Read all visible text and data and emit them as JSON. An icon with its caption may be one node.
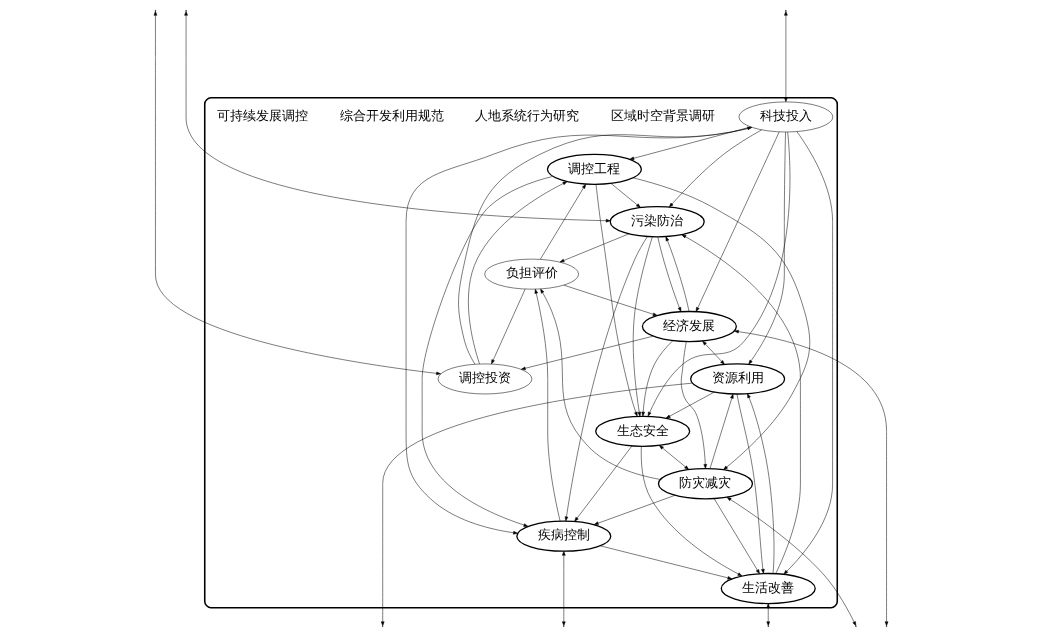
{
  "diagram": {
    "nodes": [
      {
        "text": [],
        "shape": "ellipse"
      },
      {
        "text": [
          "科技投入"
        ],
        "in": 0
      },
      {
        "text": [
          "调控工程"
        ],
        "in": 0
      },
      {
        "text": [
          "调控投资"
        ],
        "in": 0
      },
      {
        "text": [
          "负担评价"
        ],
        "in": 0
      },
      {
        "text": [
          "污染防治"
        ],
        "in": 0
      },
      {
        "text": [
          "生态安全"
        ],
        "in": 0
      },
      {
        "text": [
          "经济发展"
        ],
        "in": 0
      },
      {
        "text": [
          "疾病控制"
        ],
        "in": 0
      },
      {
        "text": [
          "防灾减灾"
        ],
        "in": 0
      },
      {
        "text": [
          "资源利用"
        ],
        "in": 0
      },
      {
        "text": [
          "生活改善"
        ],
        "in": 0
      }
    ],
    "edges": [
      {
        "from": 1,
        "to": null,
        "arrow": "both"
      },
      {
        "from": 5,
        "to": null,
        "arrow": "both"
      },
      {
        "from": 3,
        "to": null,
        "arrow": "both"
      },
      {
        "from": 7,
        "to": null,
        "arrow": "both"
      },
      {
        "from": 8,
        "to": null,
        "arrow": "both"
      },
      {
        "from": 11,
        "to": null,
        "arrow": "both"
      },
      {
        "from": 10,
        "to": null,
        "arrow": "to"
      },
      {
        "from": 9,
        "to": null,
        "arrow": "both"
      },
      {
        "from": 1,
        "to": 2,
        "arrow": "to"
      },
      {
        "from": 3,
        "to": 1,
        "arrow": "to"
      },
      {
        "from": 1,
        "to": 5,
        "arrow": "to"
      },
      {
        "from": 1,
        "to": 8,
        "arrow": "to"
      },
      {
        "from": 1,
        "to": 11,
        "arrow": "to"
      },
      {
        "from": 1,
        "to": 6,
        "arrow": "to"
      },
      {
        "from": 1,
        "to": 7,
        "arrow": "to"
      },
      {
        "from": 1,
        "to": 10,
        "arrow": "to"
      },
      {
        "from": 2,
        "to": 5,
        "arrow": "to"
      },
      {
        "from": 2,
        "to": 6,
        "arrow": "to"
      },
      {
        "from": 2,
        "to": 9,
        "arrow": "to"
      },
      {
        "from": 2,
        "to": 8,
        "arrow": "to"
      },
      {
        "from": 3,
        "to": 2,
        "arrow": "to"
      },
      {
        "from": 4,
        "to": 2,
        "arrow": "to"
      },
      {
        "from": 4,
        "to": 3,
        "arrow": "to"
      },
      {
        "from": 4,
        "to": 7,
        "arrow": "to"
      },
      {
        "from": 7,
        "to": 3,
        "arrow": "to"
      },
      {
        "from": 5,
        "to": 4,
        "arrow": "to"
      },
      {
        "from": 5,
        "to": 6,
        "arrow": "to"
      },
      {
        "from": 5,
        "to": 8,
        "arrow": "to"
      },
      {
        "from": 5,
        "to": 7,
        "arrow": "to"
      },
      {
        "from": 7,
        "to": 5,
        "arrow": "to"
      },
      {
        "from": 6,
        "to": 8,
        "arrow": "to"
      },
      {
        "from": 6,
        "to": 11,
        "arrow": "to"
      },
      {
        "from": 6,
        "to": 9,
        "arrow": "both"
      },
      {
        "from": 8,
        "to": 4,
        "arrow": "to"
      },
      {
        "from": 9,
        "to": 4,
        "arrow": "to"
      },
      {
        "from": 7,
        "to": 6,
        "arrow": "to"
      },
      {
        "from": 10,
        "to": 6,
        "arrow": "to"
      },
      {
        "from": 7,
        "to": 9,
        "arrow": "to"
      },
      {
        "from": 7,
        "to": 10,
        "arrow": "both"
      },
      {
        "from": 9,
        "to": 10,
        "arrow": "to"
      },
      {
        "from": 9,
        "to": 11,
        "arrow": "to"
      },
      {
        "from": 11,
        "to": 10,
        "arrow": "to"
      },
      {
        "from": 10,
        "to": 11,
        "arrow": "to"
      },
      {
        "from": 8,
        "to": 11,
        "arrow": "to"
      },
      {
        "from": 9,
        "to": 8,
        "arrow": "to"
      },
      {
        "from": 11,
        "to": 5,
        "arrow": "to"
      }
    ],
    "labels": [
      "区域时空背景调研",
      "人地系统行为研究",
      "综合开发利用规范",
      "可持续发展调控"
    ]
  }
}
